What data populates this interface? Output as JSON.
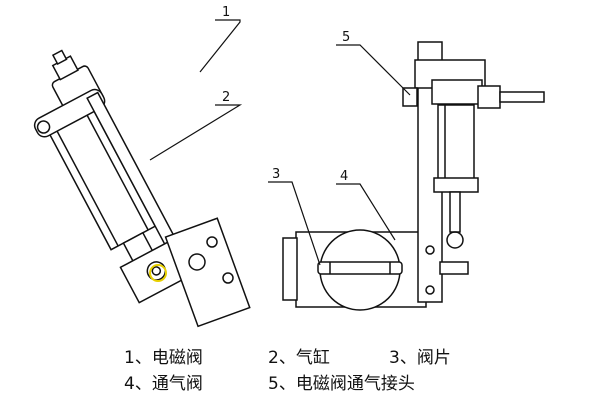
{
  "callouts": {
    "c1": "1",
    "c2": "2",
    "c3": "3",
    "c4": "4",
    "c5": "5"
  },
  "legend": {
    "item1": "1、电磁阀",
    "item2": "2、气缸",
    "item3": "3、阀片",
    "item4": "4、通气阀",
    "item5": "5、电磁阀通气接头"
  }
}
